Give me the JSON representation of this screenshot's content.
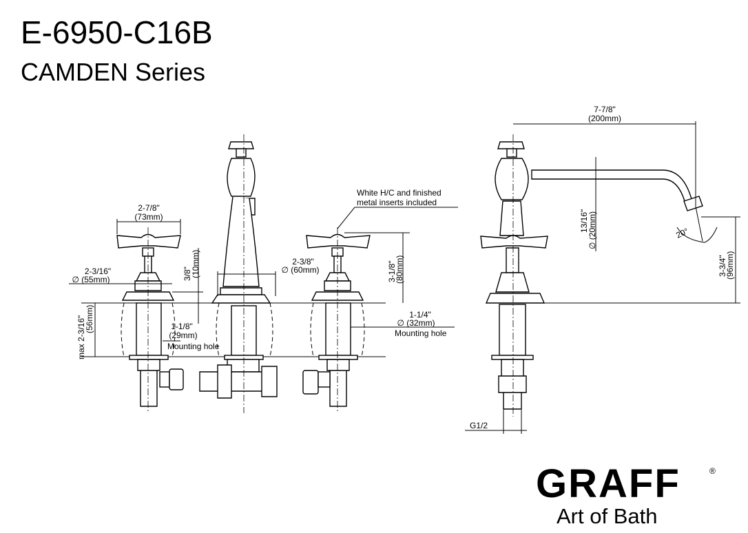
{
  "header": {
    "model": "E-6950-C16B",
    "series": "CAMDEN Series"
  },
  "dimensions": {
    "handle_width_in": "2-7/8\"",
    "handle_width_mm": "(73mm)",
    "escutcheon_in": "2-3/16\"",
    "escutcheon_mm": "∅ (55mm)",
    "escutcheon_height": "3/8\"",
    "escutcheon_height_mm": "(10mm)",
    "deck_thickness_in": "max  2-3/16\"",
    "deck_thickness_mm": "(56mm)",
    "spout_base_in": "2-3/8\"",
    "spout_base_mm": "∅ (60mm)",
    "mounting_hole_small_in": "1-1/8\"",
    "mounting_hole_small_mm": "(29mm)",
    "mounting_hole_label": "Mounting hole",
    "inserts_note_1": "White H/C and finished",
    "inserts_note_2": "metal inserts included",
    "handle_height_in": "3-1/8\"",
    "handle_height_mm": "(80mm)",
    "mounting_hole_large_in": "1-1/4\"",
    "mounting_hole_large_mm": "∅ (32mm)",
    "spout_reach_in": "7-7/8\"",
    "spout_reach_mm": "(200mm)",
    "spout_dia_in": "13/16\"",
    "spout_dia_mm": "∅ (20mm)",
    "spout_angle": "20°",
    "spout_height_in": "3-3/4\"",
    "spout_height_mm": "(96mm)",
    "thread": "G1/2"
  },
  "brand": {
    "logo": "GRAFF",
    "registered": "®",
    "tagline": "Art of Bath"
  }
}
